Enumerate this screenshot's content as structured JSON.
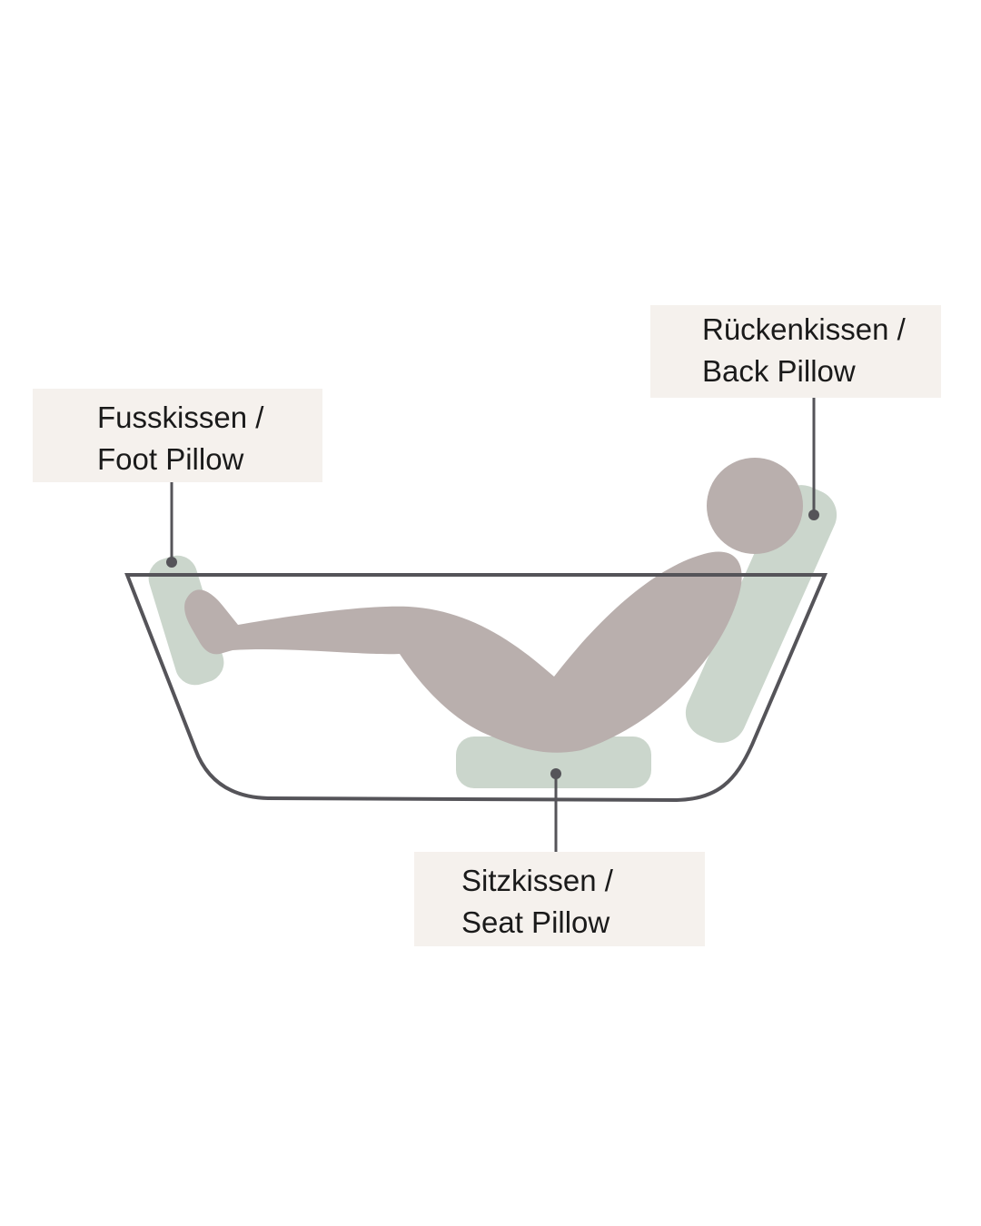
{
  "colors": {
    "background": "#ffffff",
    "label_bg": "#f5f1ed",
    "label_text": "#1a1a1a",
    "tub_outline": "#555459",
    "pillow": "#cbd6cc",
    "figure": "#b9afad",
    "leader_line": "#555459"
  },
  "labels": {
    "foot": {
      "line1": "Fusskissen /",
      "line2": "Foot Pillow"
    },
    "back": {
      "line1": "Rückenkissen /",
      "line2": "Back Pillow"
    },
    "seat": {
      "line1": "Sitzkissen /",
      "line2": "Seat Pillow"
    }
  },
  "diagram": {
    "subject": "person-reclining-in-bathtub",
    "pillows": [
      "foot-pillow",
      "seat-pillow",
      "back-pillow"
    ]
  }
}
